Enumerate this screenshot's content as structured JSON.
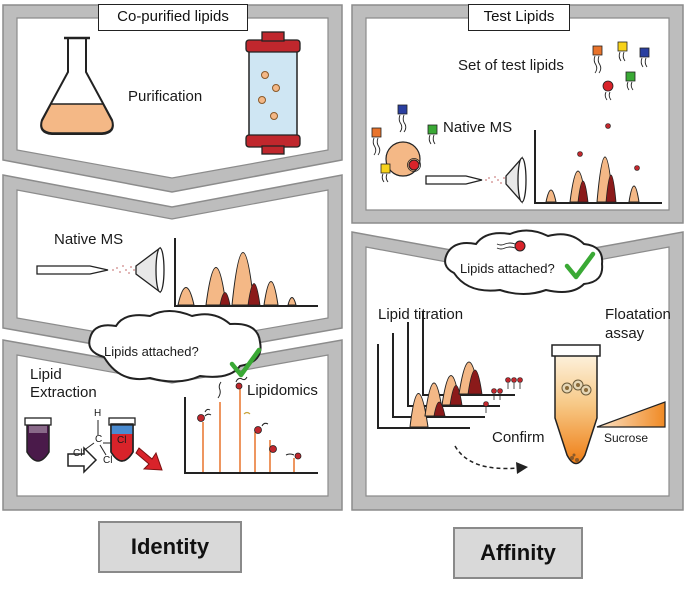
{
  "left_panel": {
    "header": "Co-purified lipids",
    "purification_label": "Purification",
    "native_ms_label": "Native MS",
    "lipid_extraction_label_line1": "Lipid",
    "lipid_extraction_label_line2": "Extraction",
    "lipidomics_label": "Lipidomics",
    "cloud_text": "Lipids attached?",
    "chloroform": {
      "h": "H",
      "c": "C",
      "cl1": "Cl",
      "cl2": "Cl",
      "cl3": "Cl"
    },
    "footer": "Identity"
  },
  "right_panel": {
    "header": "Test Lipids",
    "set_label": "Set of test lipids",
    "native_ms_label": "Native MS",
    "cloud_text": "Lipids attached?",
    "titration_label": "Lipid titration",
    "floatation_label_line1": "Floatation",
    "floatation_label_line2": "assay",
    "confirm_label": "Confirm",
    "sucrose_label": "Sucrose",
    "footer": "Affinity"
  },
  "colors": {
    "frame_gray": "#bdbdbd",
    "frame_stroke": "#8c8c8c",
    "peak_orange": "#f4b886",
    "peak_red": "#8b1a1a",
    "check_green": "#3aa935",
    "column_red": "#c0272d",
    "column_blue": "#cfe6f3",
    "tube_orange": "#f08a24"
  }
}
